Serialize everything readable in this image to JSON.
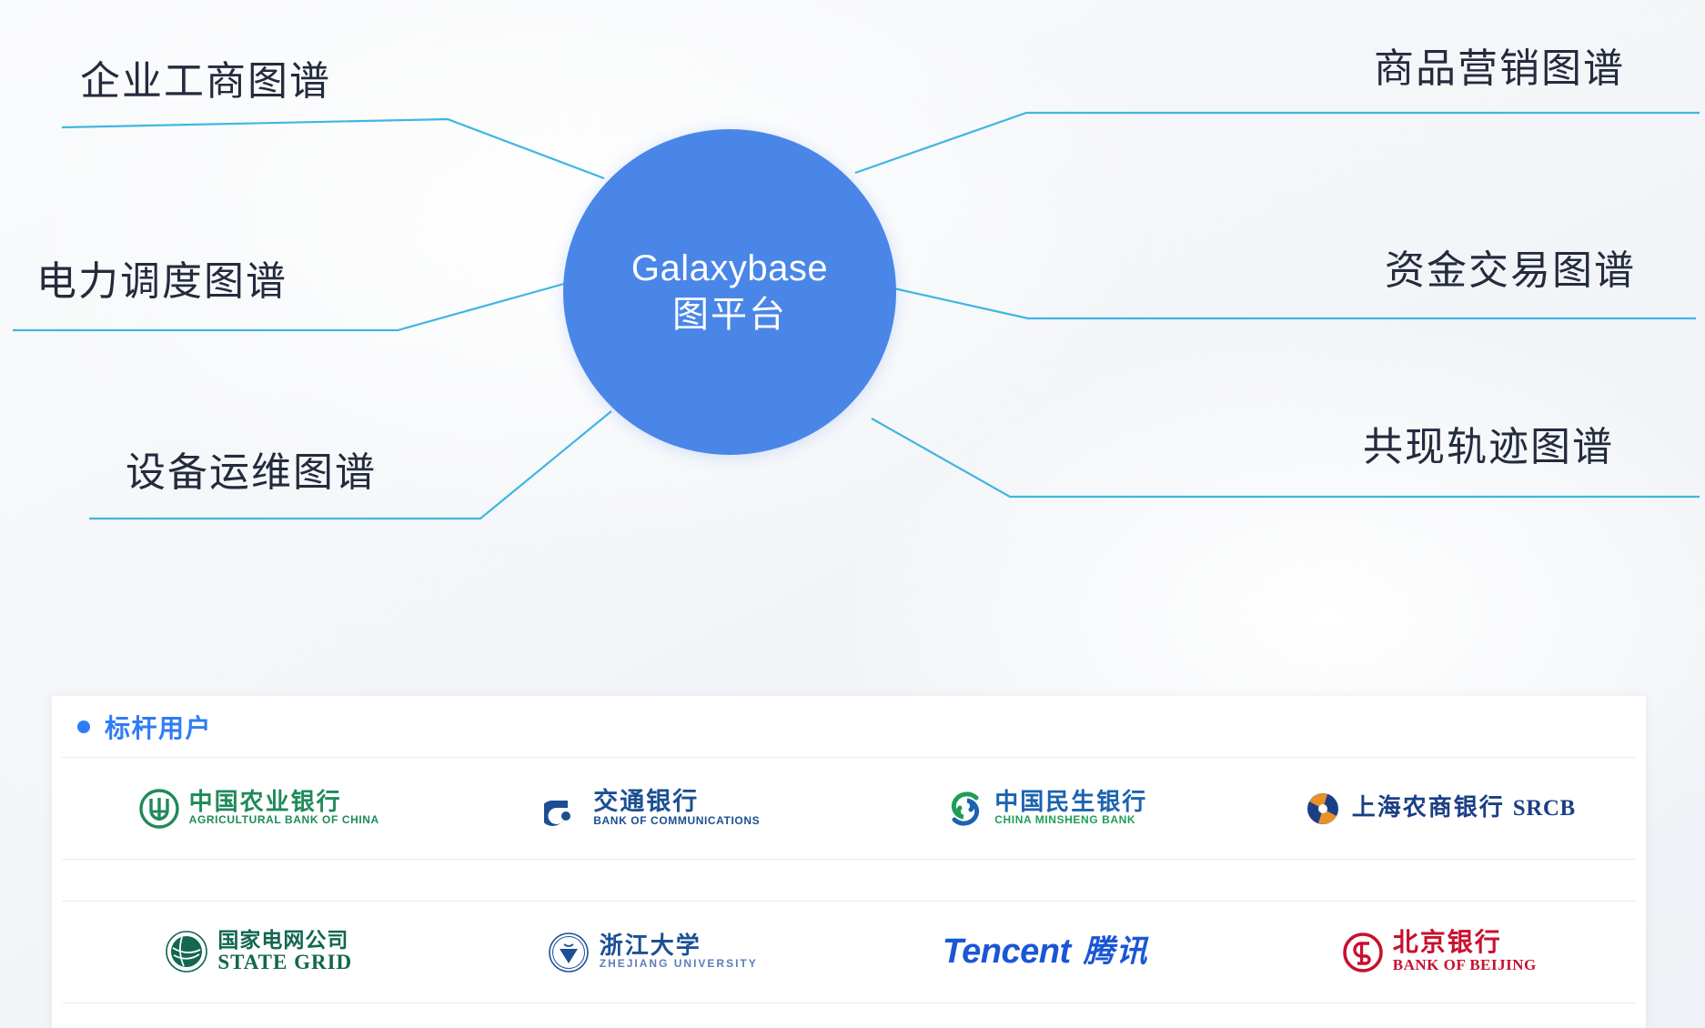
{
  "hub": {
    "title_en": "Galaxybase",
    "title_cn": "图平台",
    "fill": "#4a86e8"
  },
  "connector_color": "#3fb6e3",
  "spokes": [
    {
      "id": "enterprise-business",
      "label": "企业工商图谱",
      "side": "left"
    },
    {
      "id": "power-dispatch",
      "label": "电力调度图谱",
      "side": "left"
    },
    {
      "id": "equipment-ops",
      "label": "设备运维图谱",
      "side": "left"
    },
    {
      "id": "product-marketing",
      "label": "商品营销图谱",
      "side": "right"
    },
    {
      "id": "fund-transaction",
      "label": "资金交易图谱",
      "side": "right"
    },
    {
      "id": "cooccurrence-trajectory",
      "label": "共现轨迹图谱",
      "side": "right"
    }
  ],
  "panel": {
    "title": "标杆用户",
    "title_color": "#2f7cf6",
    "rows": [
      [
        {
          "id": "abc",
          "cn": "中国农业银行",
          "en": "AGRICULTURAL BANK OF CHINA",
          "color": "#1f8a5a",
          "mark": "abc-mark"
        },
        {
          "id": "bocom",
          "cn": "交通银行",
          "en": "BANK OF COMMUNICATIONS",
          "color": "#1b4f91",
          "mark": "bocom-mark"
        },
        {
          "id": "cmbc",
          "cn": "中国民生银行",
          "en": "CHINA MINSHENG BANK",
          "color": "#1b63b0",
          "mark": "cmbc-mark"
        },
        {
          "id": "srcb",
          "cn": "上海农商银行",
          "en": "SRCB",
          "color": "#1b3f86",
          "mark": "srcb-mark"
        }
      ],
      [
        {
          "id": "state-grid",
          "cn": "国家电网公司",
          "en": "STATE GRID",
          "color": "#12674f",
          "mark": "state-grid-mark"
        },
        {
          "id": "zju",
          "cn": "浙江大学",
          "en": "ZHEJIANG UNIVERSITY",
          "color": "#1d4f96",
          "mark": "zju-mark"
        },
        {
          "id": "tencent",
          "cn": "腾讯",
          "en": "Tencent",
          "color": "#1a56d6",
          "mark": "tencent-mark"
        },
        {
          "id": "bob",
          "cn": "北京银行",
          "en": "BANK OF BEIJING",
          "color": "#c8102e",
          "mark": "bob-mark"
        }
      ]
    ]
  }
}
